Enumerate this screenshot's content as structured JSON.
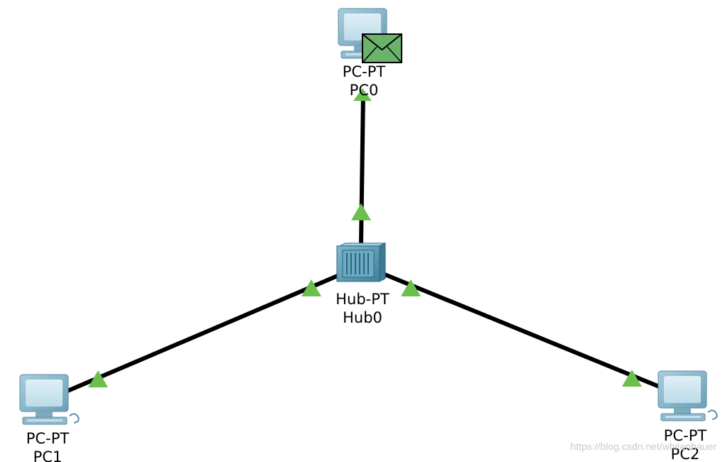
{
  "colors": {
    "link": "#000000",
    "link_light": "#6cbf4c",
    "pdu_envelope": "#6bb36b",
    "pc_body": "#8fb9cc",
    "hub_body": "#5e9fb8"
  },
  "nodes": {
    "pc0": {
      "model": "PC-PT",
      "name": "PC0",
      "icon": "pc-icon"
    },
    "pc1": {
      "model": "PC-PT",
      "name": "PC1",
      "icon": "pc-icon"
    },
    "pc2": {
      "model": "PC-PT",
      "name": "PC2",
      "icon": "pc-icon"
    },
    "hub0": {
      "model": "Hub-PT",
      "name": "Hub0",
      "icon": "hub-icon"
    }
  },
  "links": [
    {
      "from": "hub0",
      "to": "pc0",
      "status": "up"
    },
    {
      "from": "hub0",
      "to": "pc1",
      "status": "up"
    },
    {
      "from": "hub0",
      "to": "pc2",
      "status": "up"
    }
  ],
  "pdu": {
    "icon": "envelope-icon",
    "at": "pc0"
  },
  "watermark": "https://blog.csdn.net/whitenbauer"
}
